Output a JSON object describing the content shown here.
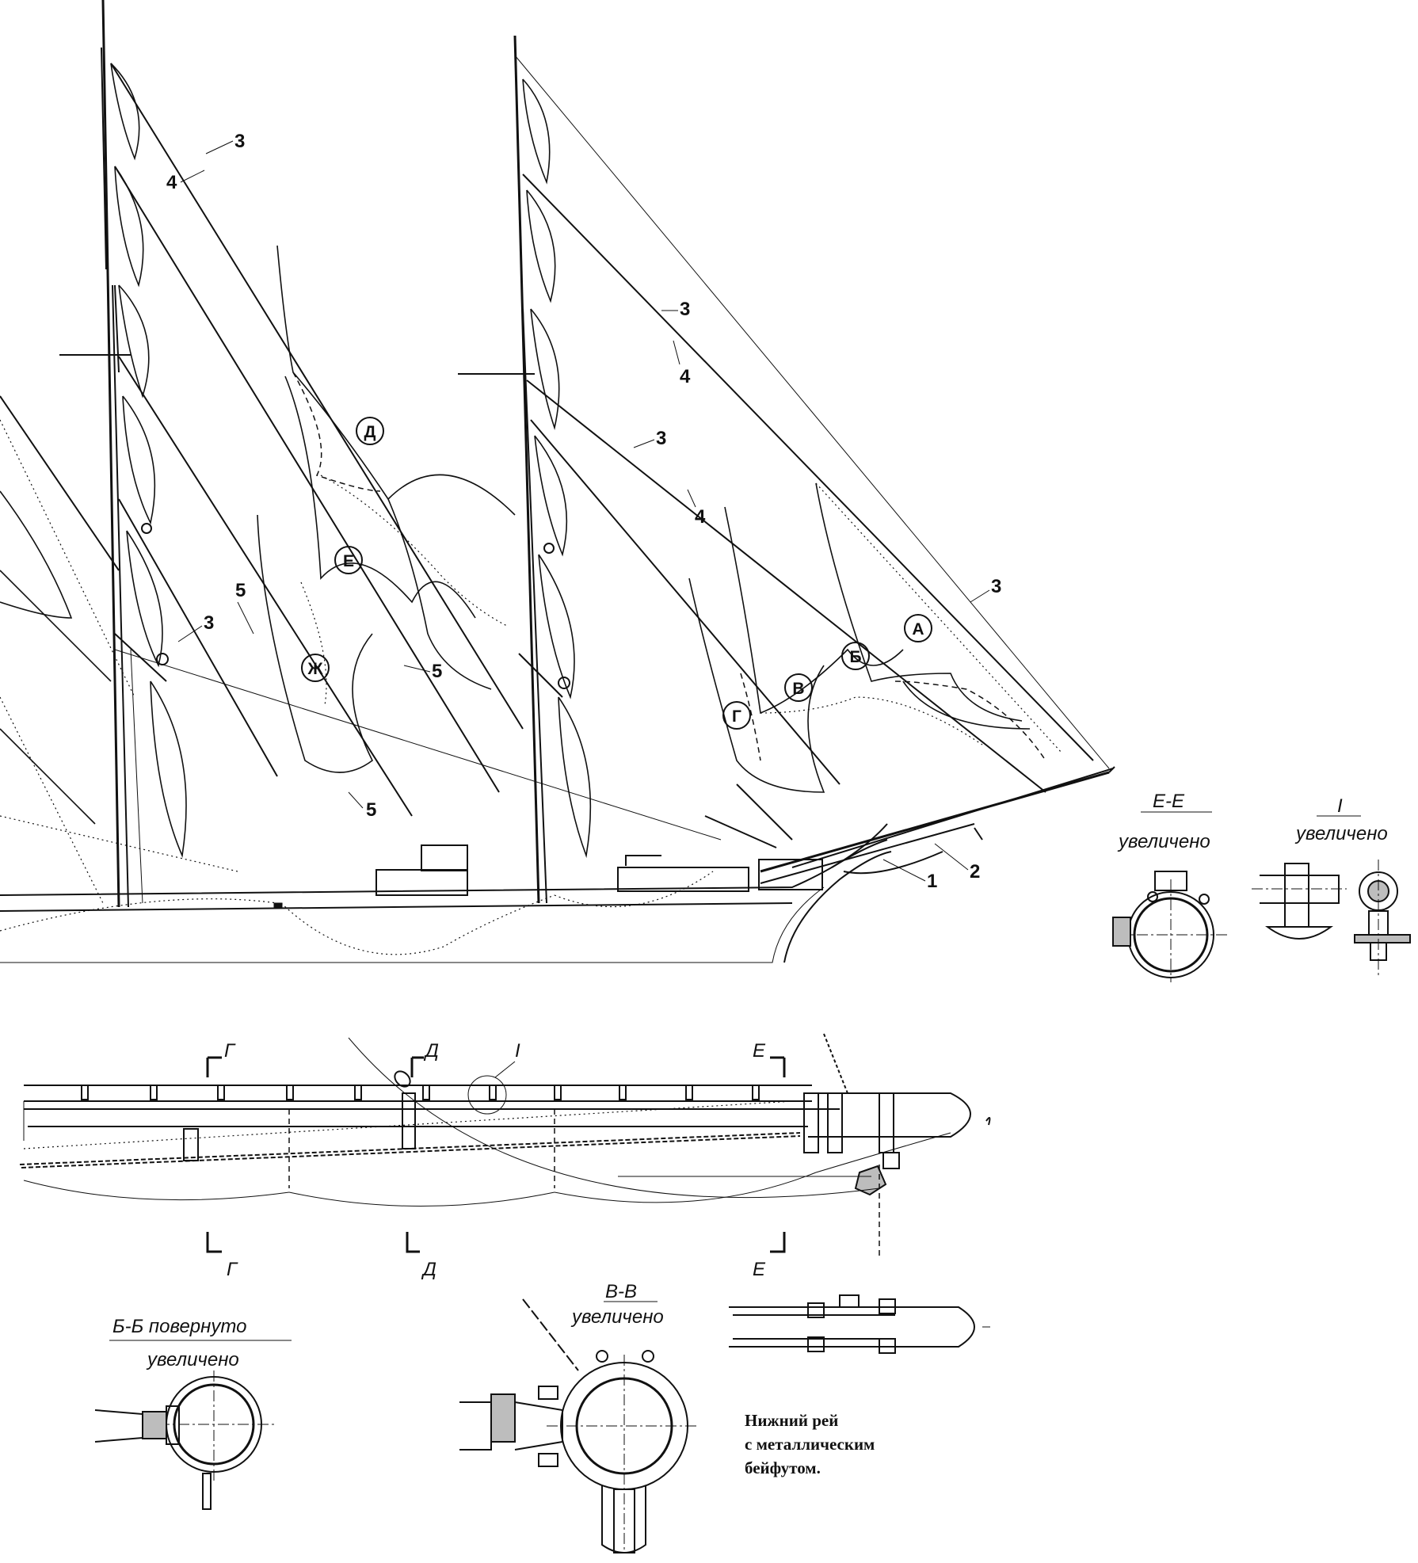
{
  "rigging": {
    "callouts": [
      {
        "id": "c1",
        "text": "1"
      },
      {
        "id": "c2",
        "text": "2"
      },
      {
        "id": "c3a",
        "text": "3"
      },
      {
        "id": "c3b",
        "text": "3"
      },
      {
        "id": "c3c",
        "text": "3"
      },
      {
        "id": "c3d",
        "text": "3"
      },
      {
        "id": "c3e",
        "text": "3"
      },
      {
        "id": "c4a",
        "text": "4"
      },
      {
        "id": "c4b",
        "text": "4"
      },
      {
        "id": "c4c",
        "text": "4"
      },
      {
        "id": "c5a",
        "text": "5"
      },
      {
        "id": "c5b",
        "text": "5"
      },
      {
        "id": "c5c",
        "text": "5"
      }
    ],
    "sail_letters": [
      "А",
      "Б",
      "В",
      "Г",
      "Д",
      "Е",
      "Ж"
    ]
  },
  "views": {
    "ee_title": "Е-Е",
    "ee_sub": "увеличено",
    "i_title": "I",
    "i_sub": "увеличено",
    "bb_title": "Б-Б повернуто",
    "bb_sub": "увеличено",
    "vv_title": "В-В",
    "vv_sub": "увеличено"
  },
  "yard": {
    "section_g": "Г",
    "section_d": "Д",
    "section_e": "Е",
    "detail_i": "I"
  },
  "caption": {
    "line1": "Нижний рей",
    "line2": "с металлическим",
    "line3": "бейфутом."
  }
}
